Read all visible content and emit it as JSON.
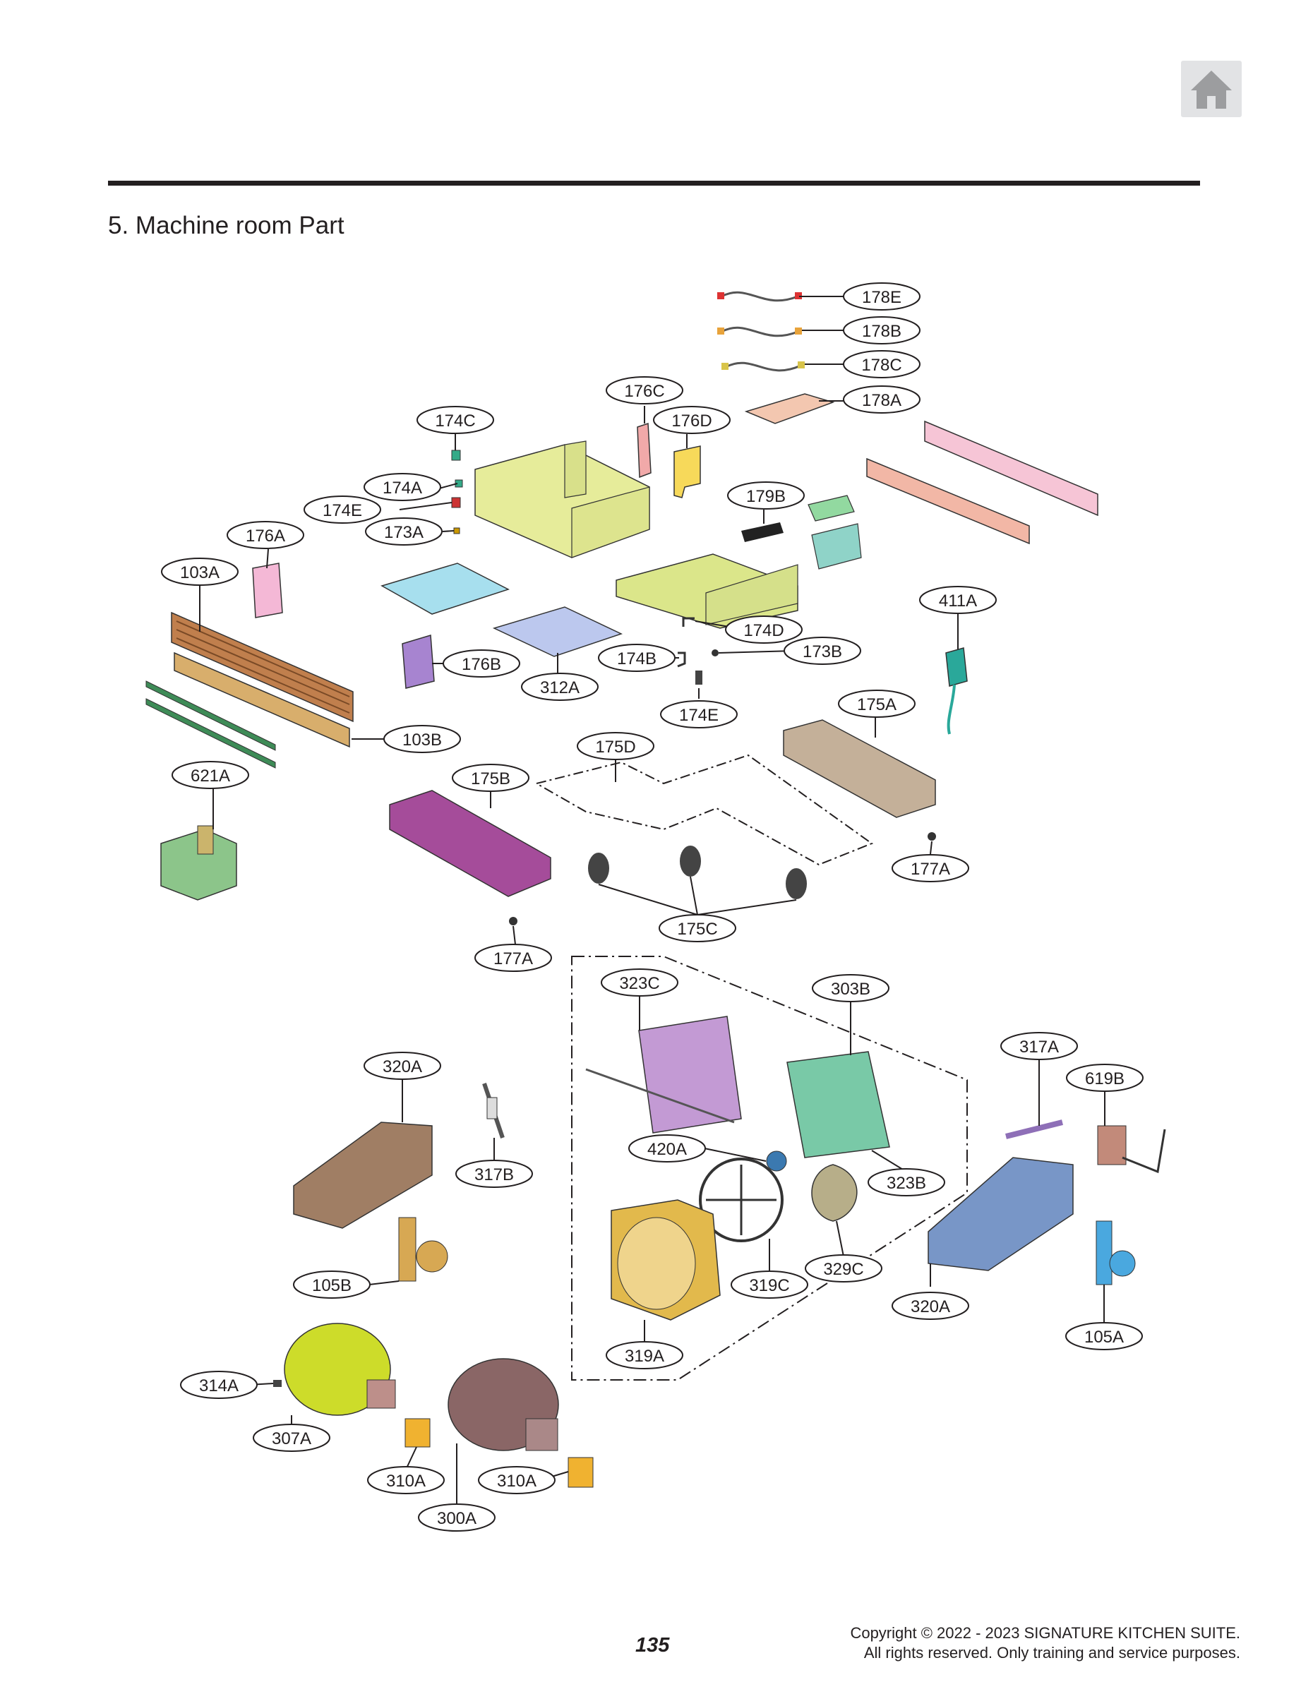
{
  "header": {
    "home_button": "house-icon"
  },
  "section_title": "5. Machine room Part",
  "parts": {
    "p178E": "178E",
    "p178B": "178B",
    "p178C": "178C",
    "p178A": "178A",
    "p176C": "176C",
    "p176D": "176D",
    "p174C": "174C",
    "p174A": "174A",
    "p174E_top": "174E",
    "p173A": "173A",
    "p176A": "176A",
    "p103A": "103A",
    "p179B": "179B",
    "p411A": "411A",
    "p174D": "174D",
    "p173B": "173B",
    "p174B": "174B",
    "p176B": "176B",
    "p312A": "312A",
    "p174E": "174E",
    "p175A": "175A",
    "p103B": "103B",
    "p175D": "175D",
    "p621A": "621A",
    "p175B": "175B",
    "p177A_right": "177A",
    "p175C": "175C",
    "p177A_left": "177A",
    "p323C": "323C",
    "p303B": "303B",
    "p317A": "317A",
    "p320A_left": "320A",
    "p619B": "619B",
    "p420A": "420A",
    "p317B": "317B",
    "p323B": "323B",
    "p319C": "319C",
    "p329C": "329C",
    "p105B": "105B",
    "p320A_right": "320A",
    "p105A": "105A",
    "p319A": "319A",
    "p314A": "314A",
    "p307A": "307A",
    "p310A_left": "310A",
    "p310A_right": "310A",
    "p300A": "300A"
  },
  "footer": {
    "page_number": "135",
    "copyright_line1": "Copyright © 2022 - 2023 SIGNATURE KITCHEN SUITE.",
    "copyright_line2": "All rights reserved. Only training and service purposes."
  }
}
